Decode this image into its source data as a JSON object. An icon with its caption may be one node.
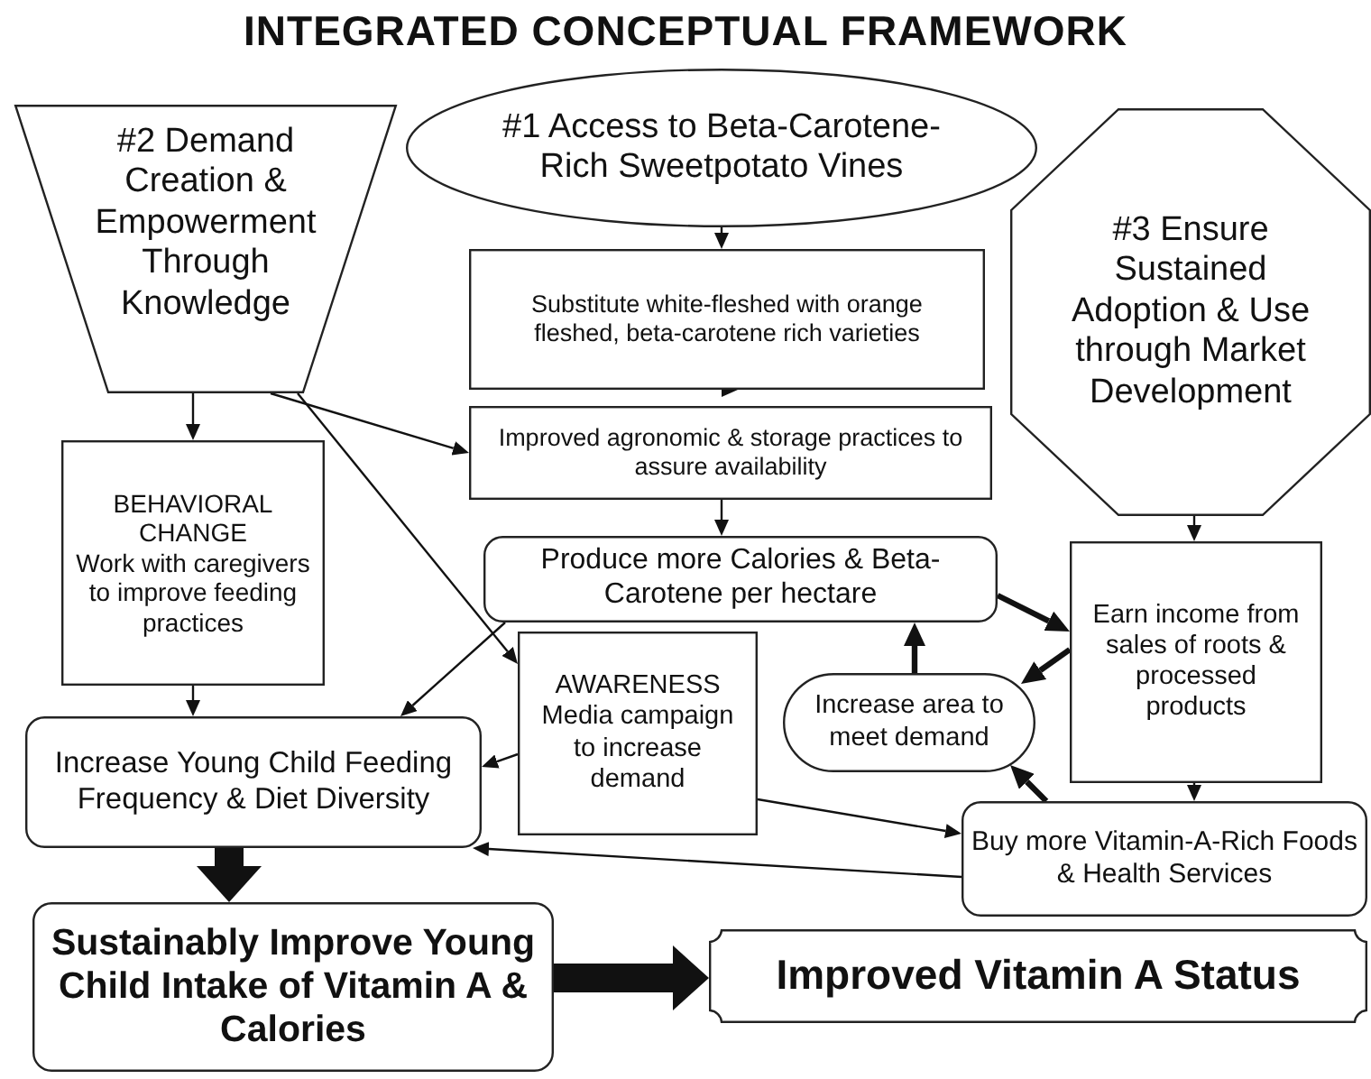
{
  "diagram": {
    "title": "INTEGRATED CONCEPTUAL FRAMEWORK",
    "nodes": [
      {
        "text": [
          "#2 Demand Creation & Empowerment Through Knowledge"
        ]
      },
      {
        "text": [
          "#1 Access to Beta-Carotene-Rich Sweetpotato Vines"
        ]
      },
      {
        "text": [
          "#3 Ensure Sustained Adoption & Use through Market Development"
        ]
      },
      {
        "text": [
          "Substitute white-fleshed with orange fleshed, beta-carotene rich varieties"
        ]
      },
      {
        "text": [
          "Improved agronomic & storage practices to assure availability"
        ]
      },
      {
        "text": [
          "BEHAVIORAL CHANGE",
          "Work with caregivers to improve feeding practices"
        ]
      },
      {
        "text": [
          "Produce more Calories & Beta-Carotene per hectare"
        ]
      },
      {
        "text": [
          "Earn income from sales of roots & processed products"
        ]
      },
      {
        "text": [
          "AWARENESS",
          "Media campaign to increase demand"
        ]
      },
      {
        "text": [
          "Increase area to meet demand"
        ]
      },
      {
        "text": [
          "Increase Young Child Feeding Frequency & Diet Diversity"
        ]
      },
      {
        "text": [
          "Buy more Vitamin-A-Rich Foods & Health Services"
        ]
      },
      {
        "text": [
          "Sustainably Improve Young Child Intake of Vitamin A & Calories"
        ]
      },
      {
        "text": [
          "Improved Vitamin A Status"
        ]
      }
    ],
    "edges": [
      {
        "from": 1,
        "to": 3,
        "arrow": "to"
      },
      {
        "from": 3,
        "to": 4,
        "arrow": "to"
      },
      {
        "from": 4,
        "to": 6,
        "arrow": "to"
      },
      {
        "from": 0,
        "to": 5,
        "arrow": "to"
      },
      {
        "from": 0,
        "to": 4,
        "arrow": "to"
      },
      {
        "from": 0,
        "to": 8,
        "arrow": "to"
      },
      {
        "from": 5,
        "to": 10,
        "arrow": "to"
      },
      {
        "from": 6,
        "to": 10,
        "arrow": "to"
      },
      {
        "from": 8,
        "to": 10,
        "arrow": "to"
      },
      {
        "from": 6,
        "to": 7,
        "arrow": "to",
        "style": "thick"
      },
      {
        "from": 7,
        "to": 9,
        "arrow": "to",
        "style": "thick"
      },
      {
        "from": 9,
        "to": 6,
        "arrow": "to",
        "style": "thick"
      },
      {
        "from": 11,
        "to": 9,
        "arrow": "to",
        "style": "thick"
      },
      {
        "from": 2,
        "to": 7,
        "arrow": "to"
      },
      {
        "from": 7,
        "to": 11,
        "arrow": "to"
      },
      {
        "from": 8,
        "to": 11,
        "arrow": "to"
      },
      {
        "from": 11,
        "to": 10,
        "arrow": "to"
      },
      {
        "from": 10,
        "to": 12,
        "arrow": "to",
        "style": "thick"
      },
      {
        "from": 12,
        "to": 13,
        "arrow": "to",
        "style": "thick"
      }
    ]
  }
}
